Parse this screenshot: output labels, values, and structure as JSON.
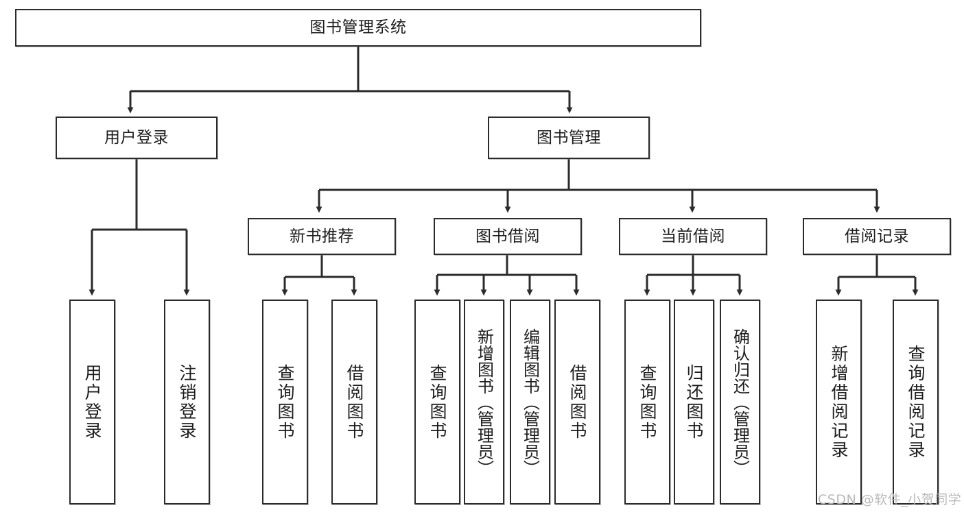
{
  "diagram": {
    "title": "图书管理系统",
    "type": "hierarchy-tree",
    "background_color": "#ffffff",
    "box_border_color": "#2b2b2b",
    "connector_color": "#2b2b2b",
    "text_color": "#1d1d1d"
  },
  "nodes": {
    "root": {
      "label": "图书管理系统"
    },
    "level2": [
      {
        "label": "用户登录"
      },
      {
        "label": "图书管理"
      }
    ],
    "level3": [
      {
        "label": "新书推荐"
      },
      {
        "label": "图书借阅"
      },
      {
        "label": "当前借阅"
      },
      {
        "label": "借阅记录"
      }
    ],
    "leaves_user_login": [
      {
        "label": "用户登录"
      },
      {
        "label": "注销登录"
      }
    ],
    "leaves_new_book": [
      {
        "label": "查询图书"
      },
      {
        "label": "借阅图书"
      }
    ],
    "leaves_borrow": [
      {
        "label": "查询图书"
      },
      {
        "label": "新增图书（管理员）"
      },
      {
        "label": "编辑图书（管理员）"
      },
      {
        "label": "借阅图书"
      }
    ],
    "leaves_current": [
      {
        "label": "查询图书"
      },
      {
        "label": "归还图书"
      },
      {
        "label": "确认归还（管理员）"
      }
    ],
    "leaves_records": [
      {
        "label": "新增借阅记录"
      },
      {
        "label": "查询借阅记录"
      }
    ]
  },
  "watermark": {
    "text": "CSDN @软件_小贺同学"
  }
}
